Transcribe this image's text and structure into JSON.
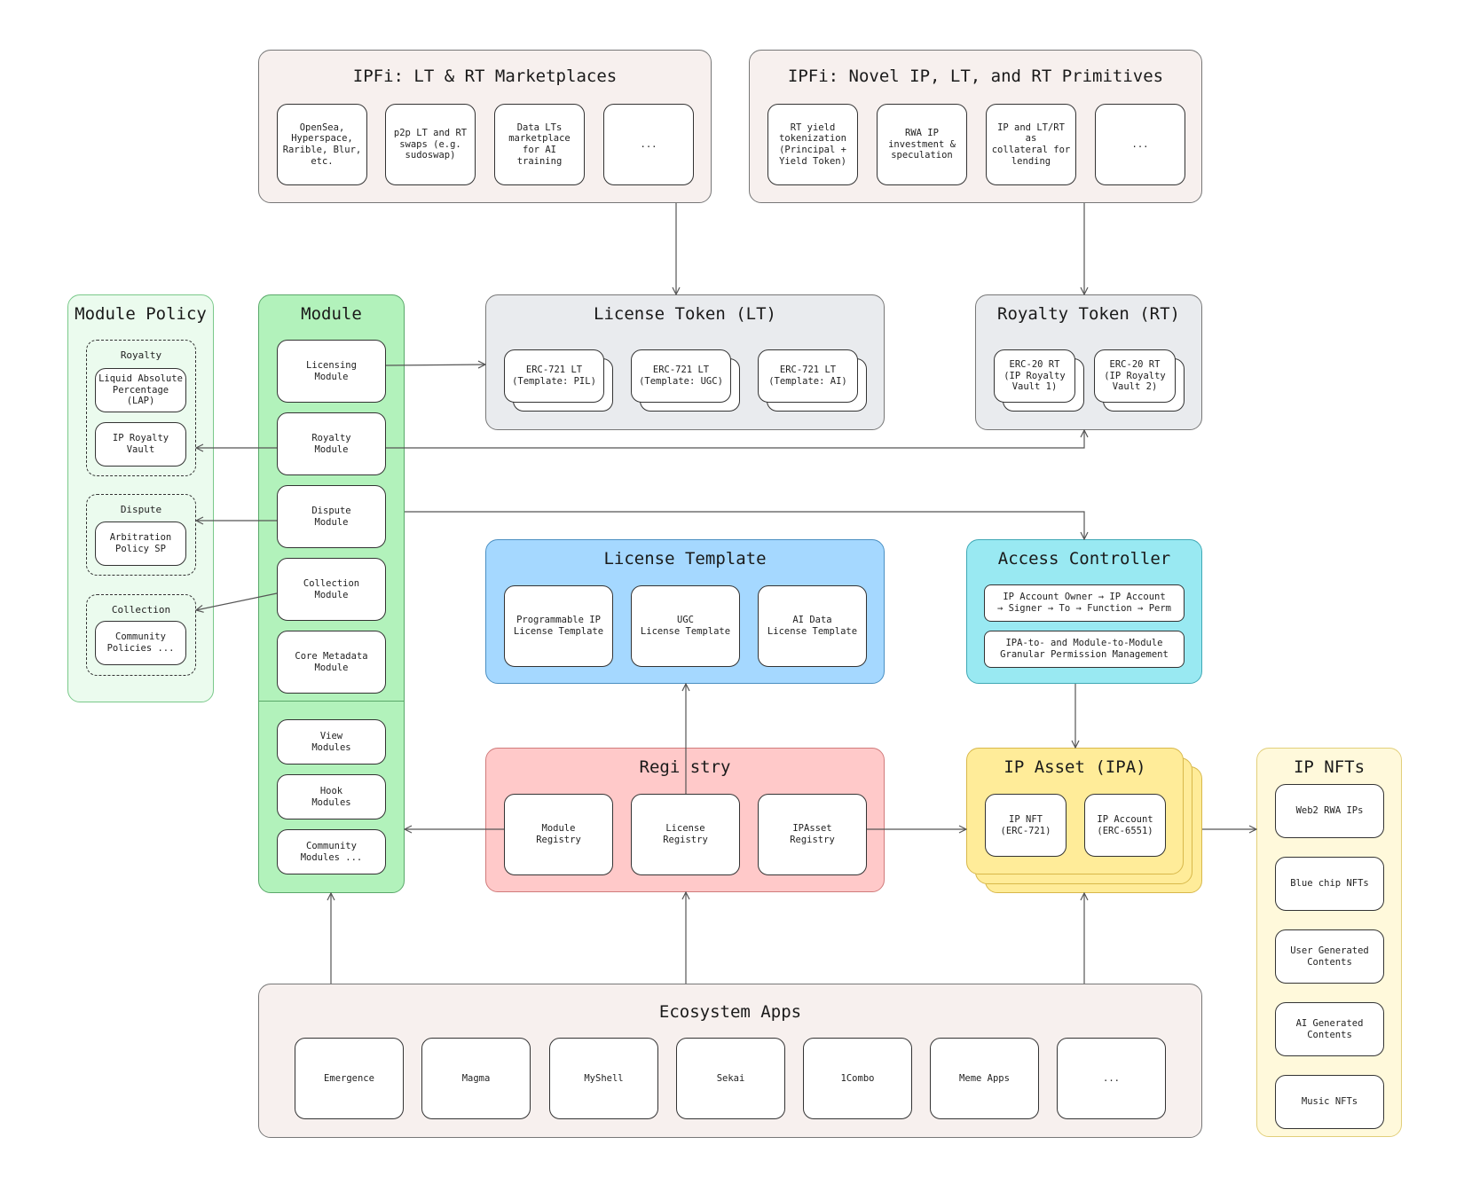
{
  "marketplaces": {
    "title": "IPFi: LT & RT Marketplaces",
    "items": [
      "OpenSea,\nHyperspace,\nRarible, Blur,\netc.",
      "p2p LT and RT\nswaps (e.g.\nsudoswap)",
      "Data LTs\nmarketplace\nfor AI training",
      "..."
    ]
  },
  "primitives": {
    "title": "IPFi: Novel IP, LT, and RT Primitives",
    "items": [
      "RT yield\ntokenization\n(Principal +\nYield Token)",
      "RWA IP\ninvestment &\nspeculation",
      "IP and LT/RT as\ncollateral for\nlending",
      "..."
    ]
  },
  "module_policy": {
    "title": "Module Policy",
    "royalty": {
      "title": "Royalty",
      "items": [
        "Liquid Absolute\nPercentage (LAP)",
        "IP Royalty\nVault"
      ]
    },
    "dispute": {
      "title": "Dispute",
      "items": [
        "Arbitration\nPolicy SP"
      ]
    },
    "collection": {
      "title": "Collection",
      "items": [
        "Community\nPolicies ..."
      ]
    }
  },
  "module": {
    "title": "Module",
    "items": [
      "Licensing\nModule",
      "Royalty\nModule",
      "Dispute\nModule",
      "Collection\nModule",
      "Core Metadata\nModule"
    ],
    "extra_items": [
      "View\nModules",
      "Hook\nModules",
      "Community\nModules ..."
    ]
  },
  "license_token": {
    "title": "License Token (LT)",
    "items": [
      "ERC-721 LT\n(Template: PIL)",
      "ERC-721 LT\n(Template: UGC)",
      "ERC-721 LT\n(Template: AI)"
    ]
  },
  "royalty_token": {
    "title": "Royalty Token (RT)",
    "items": [
      "ERC-20 RT\n(IP Royalty\nVault 1)",
      "ERC-20 RT\n(IP Royalty\nVault 2)"
    ]
  },
  "license_template": {
    "title": "License Template",
    "items": [
      "Programmable IP\nLicense Template",
      "UGC\nLicense Template",
      "AI Data\nLicense Template"
    ]
  },
  "access_controller": {
    "title": "Access Controller",
    "items": [
      "IP Account Owner → IP Account\n→ Signer → To → Function → Perm",
      "IPA-to- and Module-to-Module\nGranular Permission Management"
    ]
  },
  "registry": {
    "title": "Regi stry",
    "items": [
      "Module\nRegistry",
      "License\nRegistry",
      "IPAsset\nRegistry"
    ]
  },
  "ip_asset": {
    "title": "IP Asset (IPA)",
    "items": [
      "IP NFT\n(ERC-721)",
      "IP Account\n(ERC-6551)"
    ]
  },
  "ip_nfts": {
    "title": "IP NFTs",
    "items": [
      "Web2 RWA IPs",
      "Blue chip NFTs",
      "User Generated\nContents",
      "AI Generated\nContents",
      "Music NFTs"
    ]
  },
  "ecosystem": {
    "title": "Ecosystem Apps",
    "items": [
      "Emergence",
      "Magma",
      "MyShell",
      "Sekai",
      "1Combo",
      "Meme Apps",
      "..."
    ]
  },
  "colors": {
    "beige": "#f7f0ee",
    "grey": "#e9ebee",
    "green": "#b2f2bb",
    "light_green": "#ebfbee",
    "blue": "#a5d8ff",
    "cyan": "#99e9f2",
    "red": "#ffc9c9",
    "yellow": "#ffec99",
    "cream": "#fff9db",
    "arrow": "#555555"
  }
}
